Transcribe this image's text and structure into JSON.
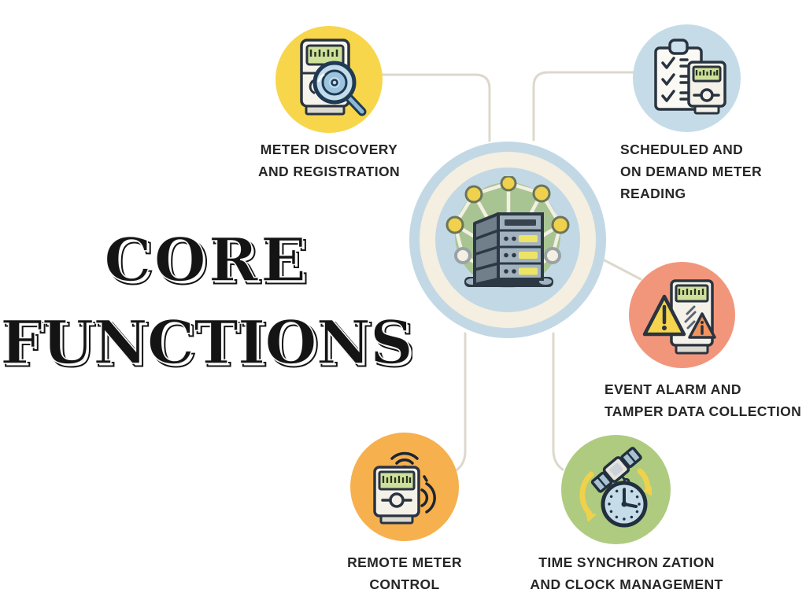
{
  "title": {
    "line1": "CORE",
    "line2": "FUNCTIONS"
  },
  "hub": {
    "icon": "server-network-icon"
  },
  "nodes": [
    {
      "id": "meter-discovery",
      "icon": "meter-magnifier-icon",
      "color": "#F7D64B",
      "label_lines": [
        "METER DISCOVERY",
        "AND REGISTRATION"
      ]
    },
    {
      "id": "scheduled-on-demand-reading",
      "icon": "clipboard-checklist-meter-icon",
      "color": "#C5DCE8",
      "label_lines": [
        "SCHEDULED AND",
        "ON DEMAND METER",
        "READING"
      ]
    },
    {
      "id": "event-alarm-tamper",
      "icon": "alarm-meter-icon",
      "color": "#F2967B",
      "label_lines": [
        "EVENT ALARM AND",
        "TAMPER DATA COLLECTION"
      ]
    },
    {
      "id": "remote-meter-control",
      "icon": "wireless-meter-icon",
      "color": "#F6B04E",
      "label_lines": [
        "REMOTE METER",
        "CONTROL"
      ]
    },
    {
      "id": "time-sync-clock",
      "icon": "satellite-clock-icon",
      "color": "#AECB80",
      "label_lines": [
        "TIME SYNCHRON ZATION",
        "AND CLOCK MANAGEMENT"
      ]
    }
  ],
  "palette": {
    "background": "#FFFFFF",
    "title_color": "#141414",
    "label_color": "#262626",
    "connector": "#DDD8CC",
    "hub_blue": "#C3D8E5",
    "hub_ring_cream": "#F4EFE1",
    "fan_green": "#A9C493",
    "node_dot_yellow": "#F0D14E",
    "display_green": "#CFE09A",
    "outline_navy": "#2A3440",
    "node_yellow": "#F7D64B",
    "node_blue": "#C5DCE8",
    "node_coral": "#F2967B",
    "node_orange": "#F6B04E",
    "node_green": "#AECB80"
  }
}
